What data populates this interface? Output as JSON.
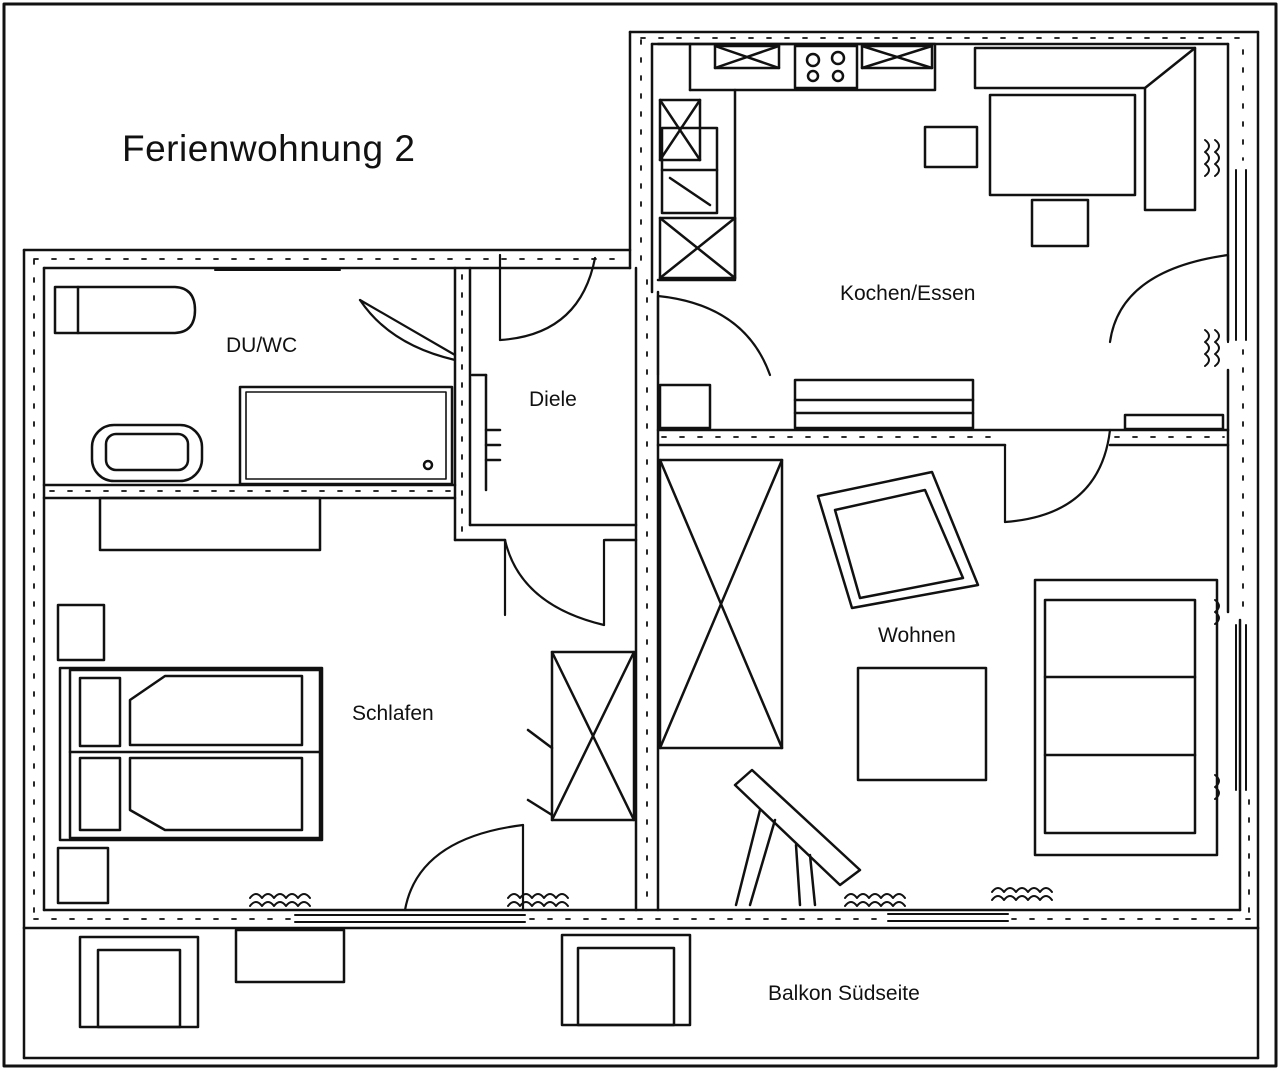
{
  "title": "Ferienwohnung 2",
  "rooms": {
    "du_wc": "DU/WC",
    "diele": "Diele",
    "kochen_essen": "Kochen/Essen",
    "schlafen": "Schlafen",
    "wohnen": "Wohnen",
    "balkon": "Balkon Südseite"
  },
  "colors": {
    "ink": "#111111",
    "paper": "#ffffff"
  }
}
